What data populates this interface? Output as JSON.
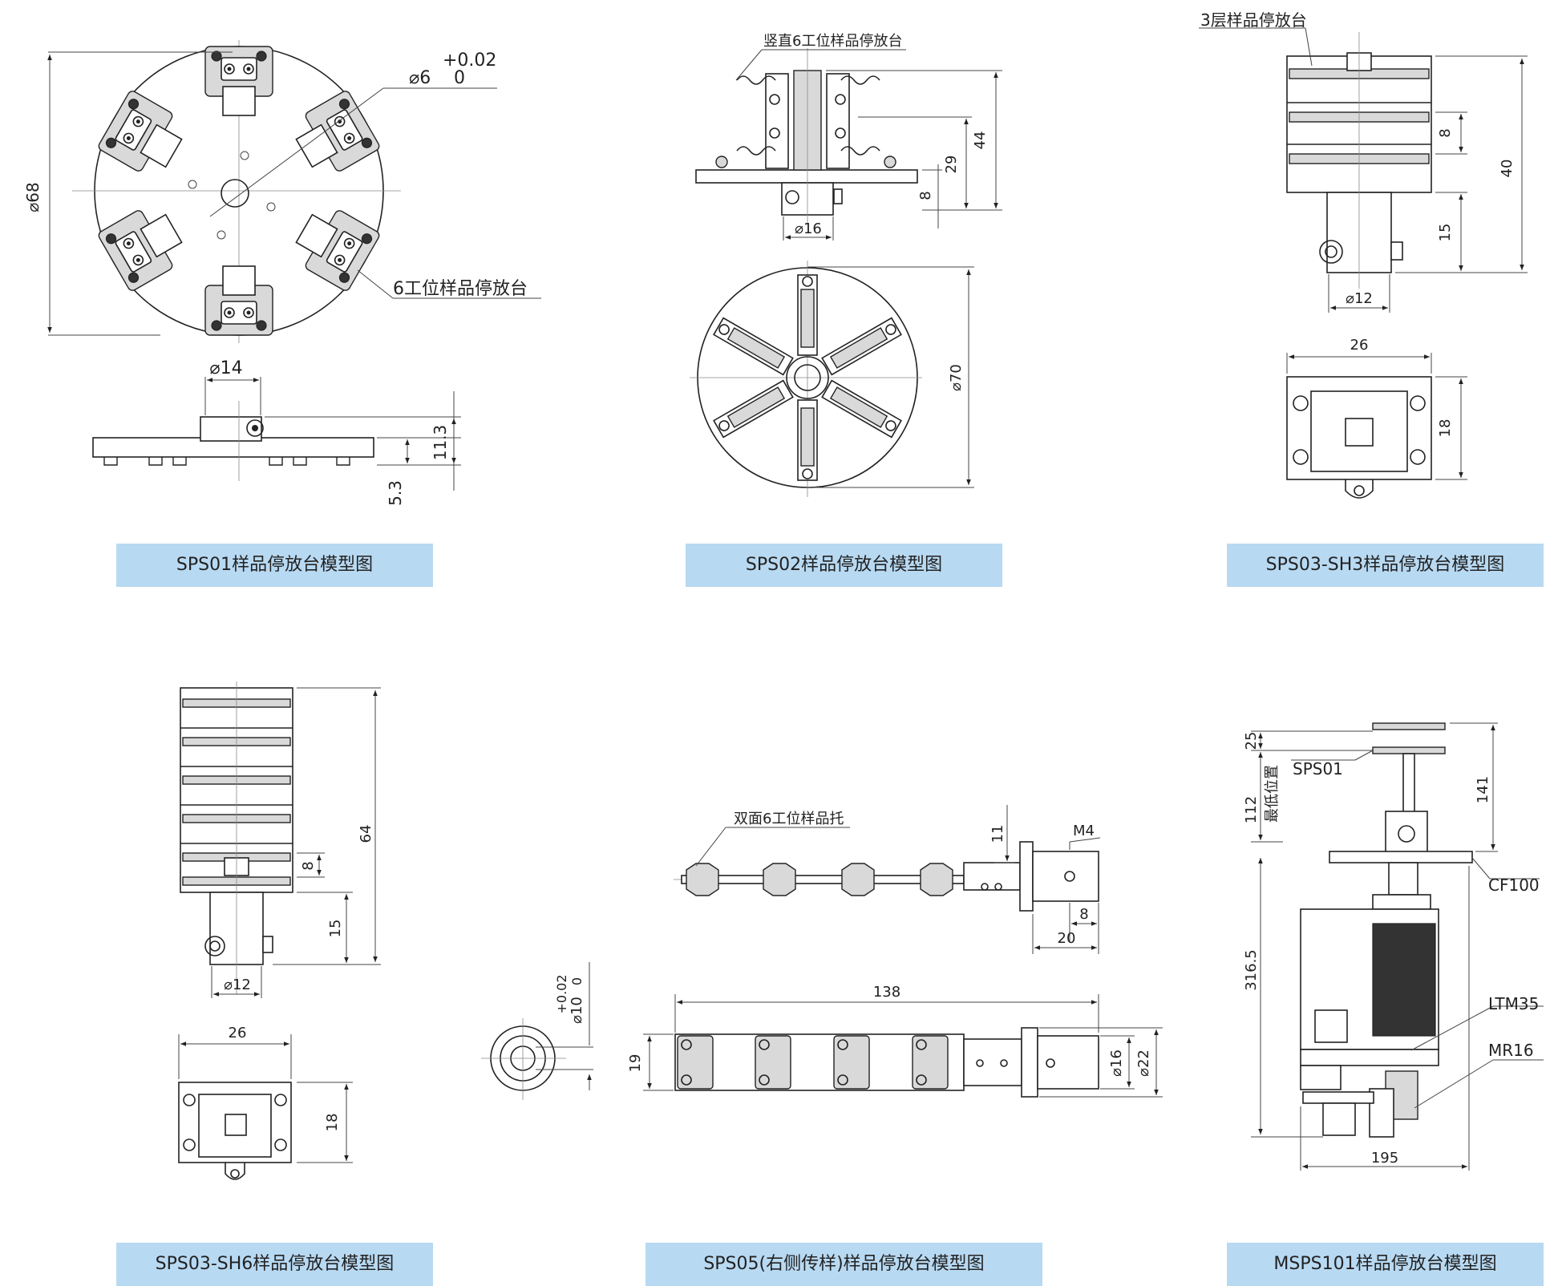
{
  "panels": [
    {
      "caption": "SPS01样品停放台模型图",
      "label": "6工位样品停放台",
      "dims": {
        "d68": "⌀68",
        "d6": "⌀6",
        "tol_up": "+0.02",
        "tol_low": "0",
        "d14": "⌀14",
        "h11_3": "11.3",
        "h5_3": "5.3"
      }
    },
    {
      "caption": "SPS02样品停放台模型图",
      "label": "竖直6工位样品停放台",
      "dims": {
        "h44": "44",
        "h29": "29",
        "h8": "8",
        "d16": "⌀16",
        "d70": "⌀70"
      }
    },
    {
      "caption": "SPS03-SH3样品停放台模型图",
      "label": "3层样品停放台",
      "dims": {
        "h40": "40",
        "h8": "8",
        "h15": "15",
        "d12": "⌀12",
        "w26": "26",
        "h18": "18"
      }
    },
    {
      "caption": "SPS03-SH6样品停放台模型图",
      "dims": {
        "h64": "64",
        "h8": "8",
        "h15": "15",
        "d12": "⌀12",
        "w26": "26",
        "h18": "18"
      }
    },
    {
      "caption": "SPS05(右侧传样)样品停放台模型图",
      "label": "双面6工位样品托",
      "dims": {
        "h11": "11",
        "m4": "M4",
        "w8": "8",
        "w20": "20",
        "d10": "⌀10",
        "tol_up": "+0.02",
        "tol_low": "0",
        "w138": "138",
        "h19": "19",
        "d16": "⌀16",
        "d22": "⌀22"
      }
    },
    {
      "caption": "MSPS101样品停放台模型图",
      "labels": {
        "sps01": "SPS01",
        "cf100": "CF100",
        "ltm35": "LTM35",
        "mr16": "MR16",
        "lowest": "最低位置"
      },
      "dims": {
        "h25": "25",
        "h112": "112",
        "h141": "141",
        "h316_5": "316.5",
        "w195": "195"
      }
    }
  ]
}
